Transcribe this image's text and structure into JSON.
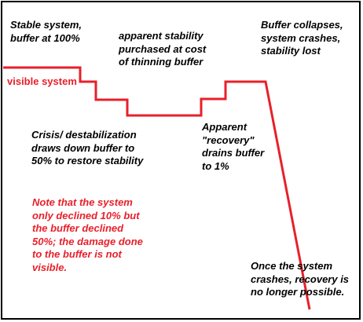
{
  "colors": {
    "line": "#e8202a",
    "text": "#000000",
    "note": "#e8202a",
    "border": "#000000"
  },
  "chart_data": {
    "type": "line",
    "series": [
      {
        "name": "visible system",
        "stages": [
          "stable",
          "first decline",
          "crisis",
          "apparent recovery",
          "recovery",
          "collapse"
        ]
      }
    ]
  },
  "labels": {
    "line_label": "visible system",
    "stable": "Stable system,\nbuffer at 100%",
    "apparent_stability": "apparent stability\npurchased at cost\nof thinning buffer",
    "collapse": "Buffer collapses,\nsystem crashes,\nstability lost",
    "crisis": "Crisis/ destabilization\ndraws down buffer to\n50% to restore stability",
    "recovery": "Apparent\n\"recovery\"\ndrains buffer\nto 1%",
    "note": "Note that the system\nonly declined 10% but\nthe buffer declined\n50%; the damage done\nto the buffer is not\nvisible.",
    "crash": "Once the system\ncrashes, recovery is\nno longer possible."
  }
}
